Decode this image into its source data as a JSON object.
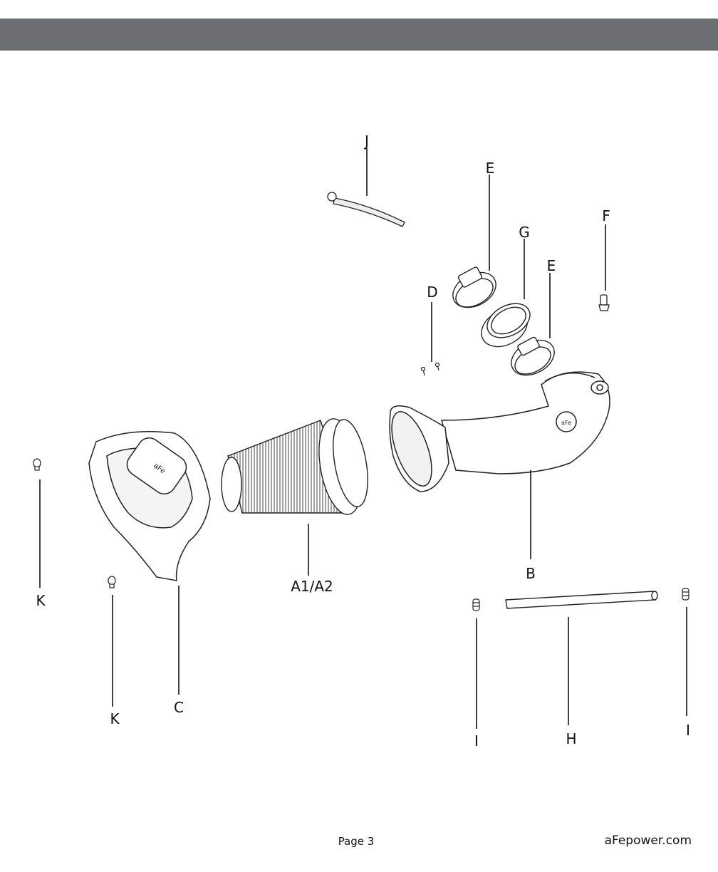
{
  "header": {
    "bar_color": "#6d6e71"
  },
  "parts": {
    "J": "J",
    "E_top": "E",
    "G": "G",
    "E_mid": "E",
    "F": "F",
    "D": "D",
    "B": "B",
    "A": "A1/A2",
    "C": "C",
    "K_left": "K",
    "K_bottom": "K",
    "I_left": "I",
    "H": "H",
    "I_right": "I"
  },
  "footer": {
    "page": "Page 3",
    "site": "aFepower.com"
  }
}
